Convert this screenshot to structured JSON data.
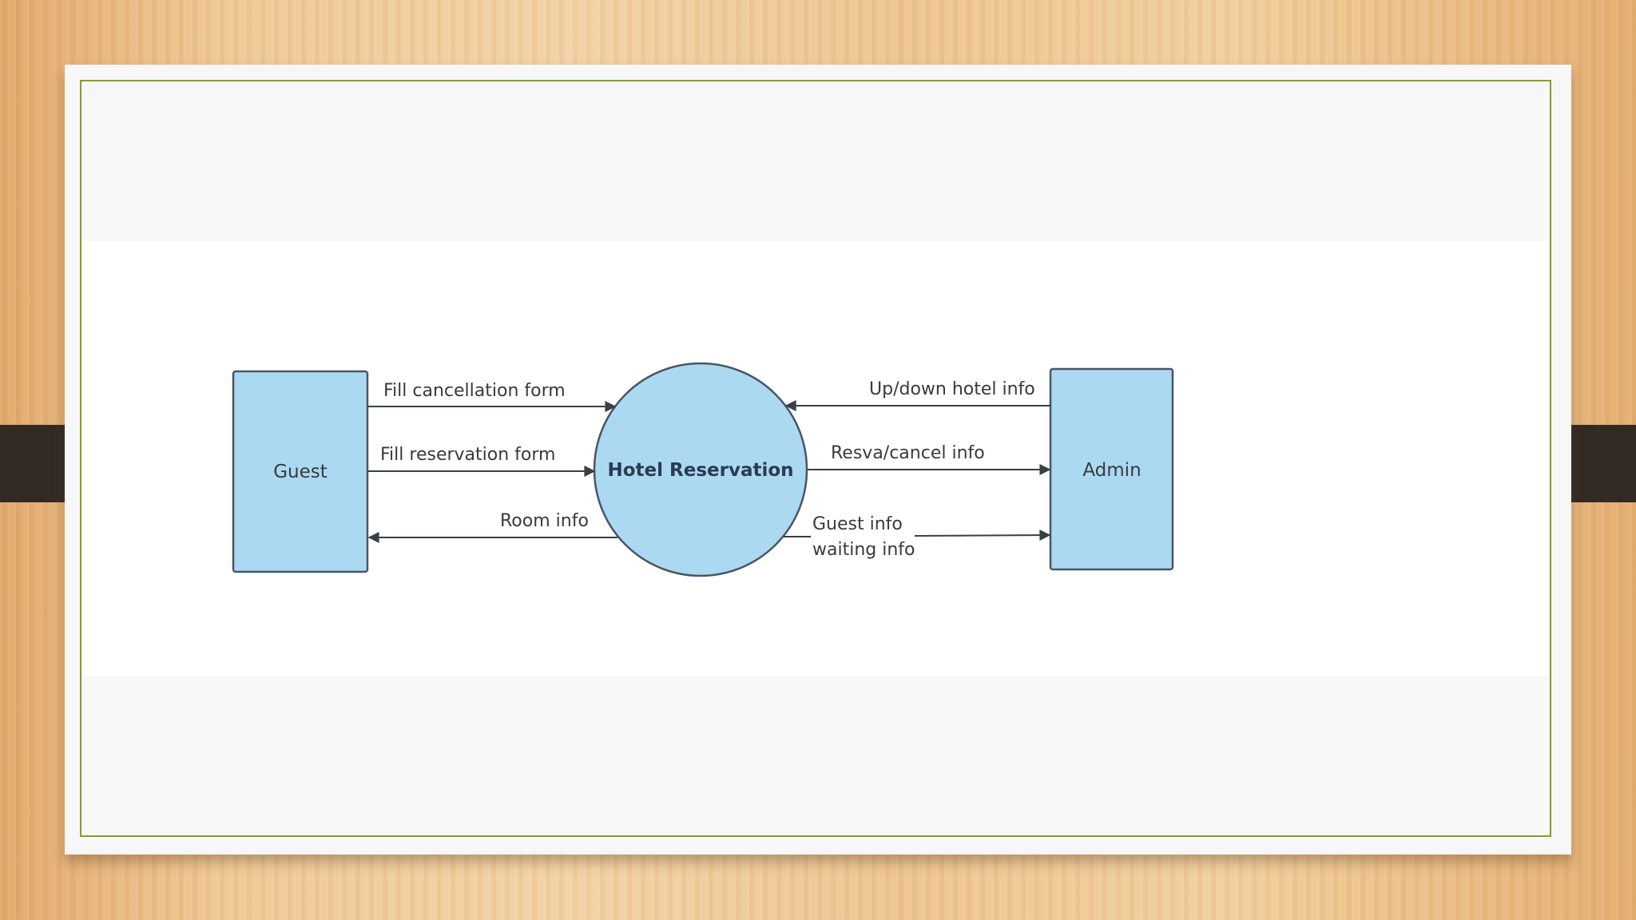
{
  "diagram": {
    "process": {
      "label": "Hotel Reservation"
    },
    "entities": {
      "guest": {
        "label": "Guest"
      },
      "admin": {
        "label": "Admin"
      }
    },
    "flows": {
      "fill_cancellation": "Fill cancellation form",
      "fill_reservation": "Fill reservation form",
      "room_info": "Room info",
      "updown_hotel": "Up/down hotel info",
      "resva_cancel": "Resva/cancel info",
      "guest_info_line1": "Guest info",
      "guest_info_line2": "waiting info"
    }
  },
  "colors": {
    "node_fill": "#abd9f2",
    "node_stroke": "#4a5563",
    "frame": "#8a9a2b",
    "tab": "#332a24"
  }
}
